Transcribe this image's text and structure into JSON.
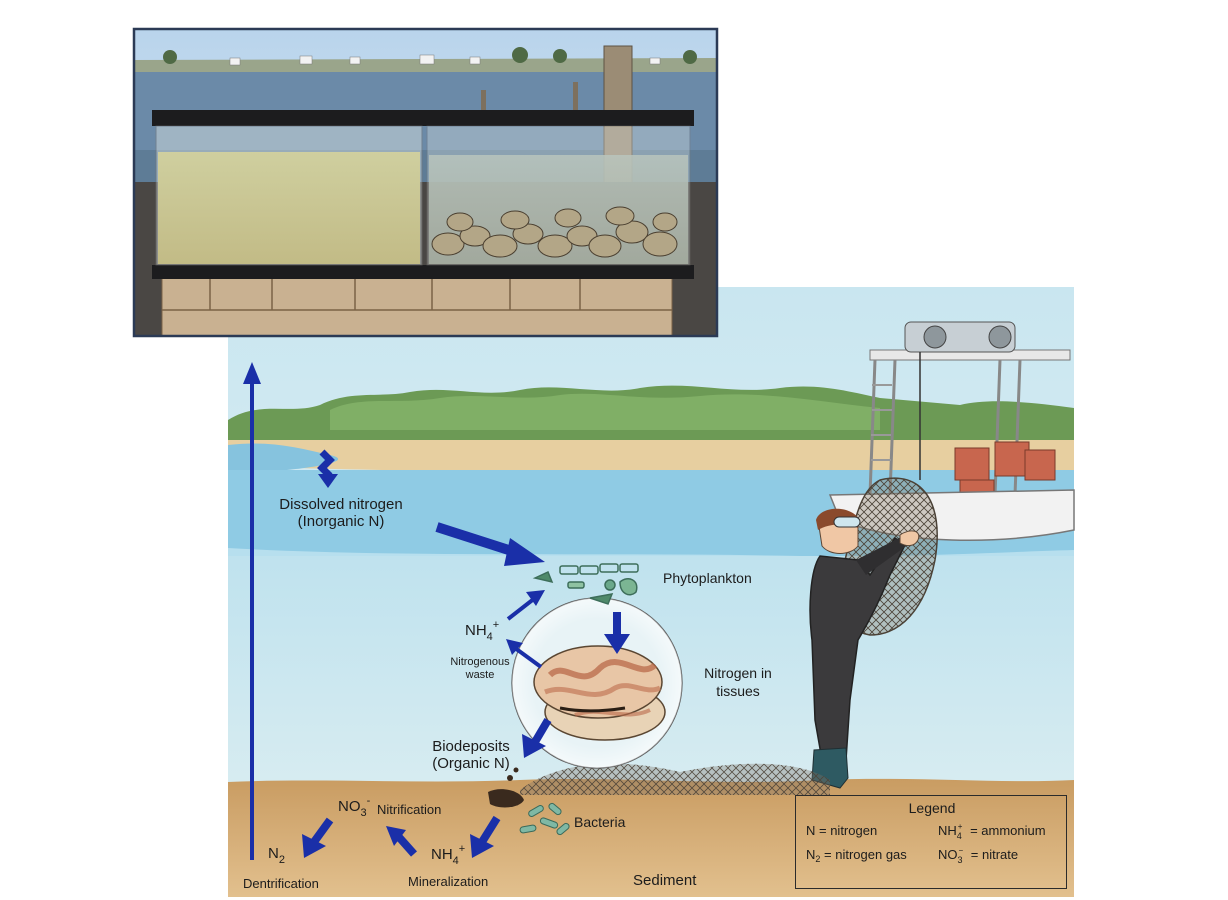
{
  "labels": {
    "dissolved_nitrogen": "Dissolved nitrogen",
    "inorganic_n": "(Inorganic N)",
    "phytoplankton": "Phytoplankton",
    "nh4_base": "NH",
    "nh4_sub": "4",
    "nh4_sup": "+",
    "nitrogenous_waste_1": "Nitrogenous",
    "nitrogenous_waste_2": "waste",
    "nitrogen_in_tissues_1": "Nitrogen in",
    "nitrogen_in_tissues_2": "tissues",
    "biodeposits": "Biodeposits",
    "organic_n": "(Organic N)",
    "no3_base": "NO",
    "no3_sub": "3",
    "no3_sup": "-",
    "nitrification": "Nitrification",
    "bacteria": "Bacteria",
    "n2_base": "N",
    "n2_sub": "2",
    "dentrification": "Dentrification",
    "mineralization": "Mineralization",
    "sediment": "Sediment"
  },
  "legend": {
    "title": "Legend",
    "n_def": "N  = nitrogen",
    "n2_base": "N",
    "n2_sub": "2",
    "n2_def": " = nitrogen gas",
    "nh4_base": "NH",
    "nh4_sub": "4",
    "nh4_sup": "+",
    "nh4_def": " = ammonium",
    "no3_base": "NO",
    "no3_sub": "3",
    "no3_sup": "−",
    "no3_def": " = nitrate"
  },
  "colors": {
    "arrow_blue": "#1a2fa8",
    "water_blue": "#9fd0e6",
    "sediment_tan": "#d8b682"
  }
}
